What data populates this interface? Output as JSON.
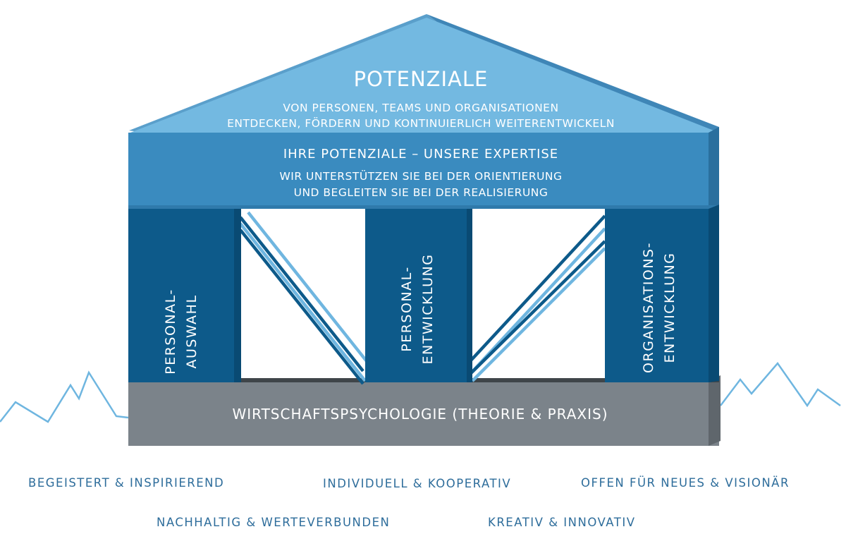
{
  "roof": {
    "title": "POTENZIALE",
    "subtitle_line1": "VON PERSONEN, TEAMS UND ORGANISATIONEN",
    "subtitle_line2": "ENTDECKEN, FÖRDERN UND KONTINUIERLICH WEITERENTWICKELN"
  },
  "beam": {
    "title": "IHRE POTENZIALE – UNSERE EXPERTISE",
    "line1": "WIR UNTERSTÜTZEN SIE BEI DER ORIENTIERUNG",
    "line2": "UND BEGLEITEN SIE BEI DER REALISIERUNG"
  },
  "pillars": [
    {
      "line1": "PERSONAL-",
      "line2": "AUSWAHL"
    },
    {
      "line1": "PERSONAL-",
      "line2": "ENTWICKLUNG"
    },
    {
      "line1": "ORGANISATIONS-",
      "line2": "ENTWICKLUNG"
    }
  ],
  "base": {
    "label": "WIRTSCHAFTSPSYCHOLOGIE (THEORIE & PRAXIS)"
  },
  "values": [
    "BEGEISTERT & INSPIRIEREND",
    "INDIVIDUELL & KOOPERATIV",
    "OFFEN FÜR NEUES & VISIONÄR",
    "NACHHALTIG & WERTEVERBUNDEN",
    "KREATIV & INNOVATIV"
  ],
  "colors": {
    "roof": "#73b9e1",
    "beam": "#3a8bbf",
    "pillar": "#0d5a8a",
    "base": "#7b838a",
    "mountain": "#6fb6e0",
    "value_text": "#2e6d9b"
  }
}
